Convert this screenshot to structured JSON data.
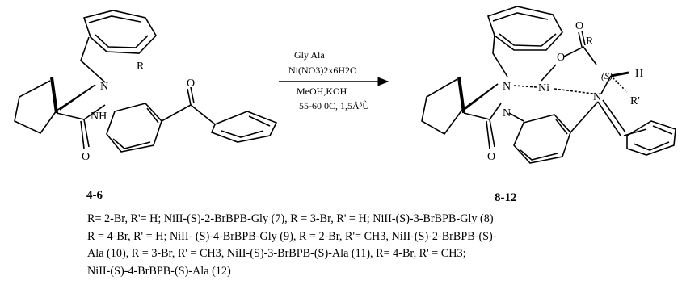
{
  "reactant": {
    "atoms": {
      "R": "R",
      "N": "N",
      "NH": "NH",
      "O_amide": "O",
      "O_ketone": "O"
    },
    "label": "4-6"
  },
  "conditions": {
    "line1": "Gly  Ala",
    "line2": "Ni(NO3)2x6H2O",
    "line3": "MeOH,KOH",
    "line4": "55-60 0C, 1,5Å³Ù"
  },
  "product": {
    "atoms": {
      "R": "R",
      "O_carboxyl": "O",
      "O_ring": "O",
      "S": "(S)",
      "H": "H",
      "Rprime": "R'",
      "N1": "N",
      "Ni": "Ni",
      "N2": "N",
      "N3": "N",
      "O_amide": "O"
    },
    "label": "8-12"
  },
  "caption": {
    "line1": "R= 2-Br, R'= H; NiII-(S)-2-BrBPB-Gly (7), R = 3-Br, R' = H; NiII-(S)-3-BrBPB-Gly (8)",
    "line2": "R = 4-Br, R' = H; NiII- (S)-4-BrBPB-Gly (9), R = 2-Br, R'= CH3, NiII-(S)-2-BrBPB-(S)-",
    "line3": "Ala (10), R = 3-Br, R' = CH3, NiII-(S)-3-BrBPB-(S)-Ala (11), R= 4-Br, R' = CH3;",
    "line4": "NiII-(S)-4-BrBPB-(S)-Ala (12)"
  }
}
